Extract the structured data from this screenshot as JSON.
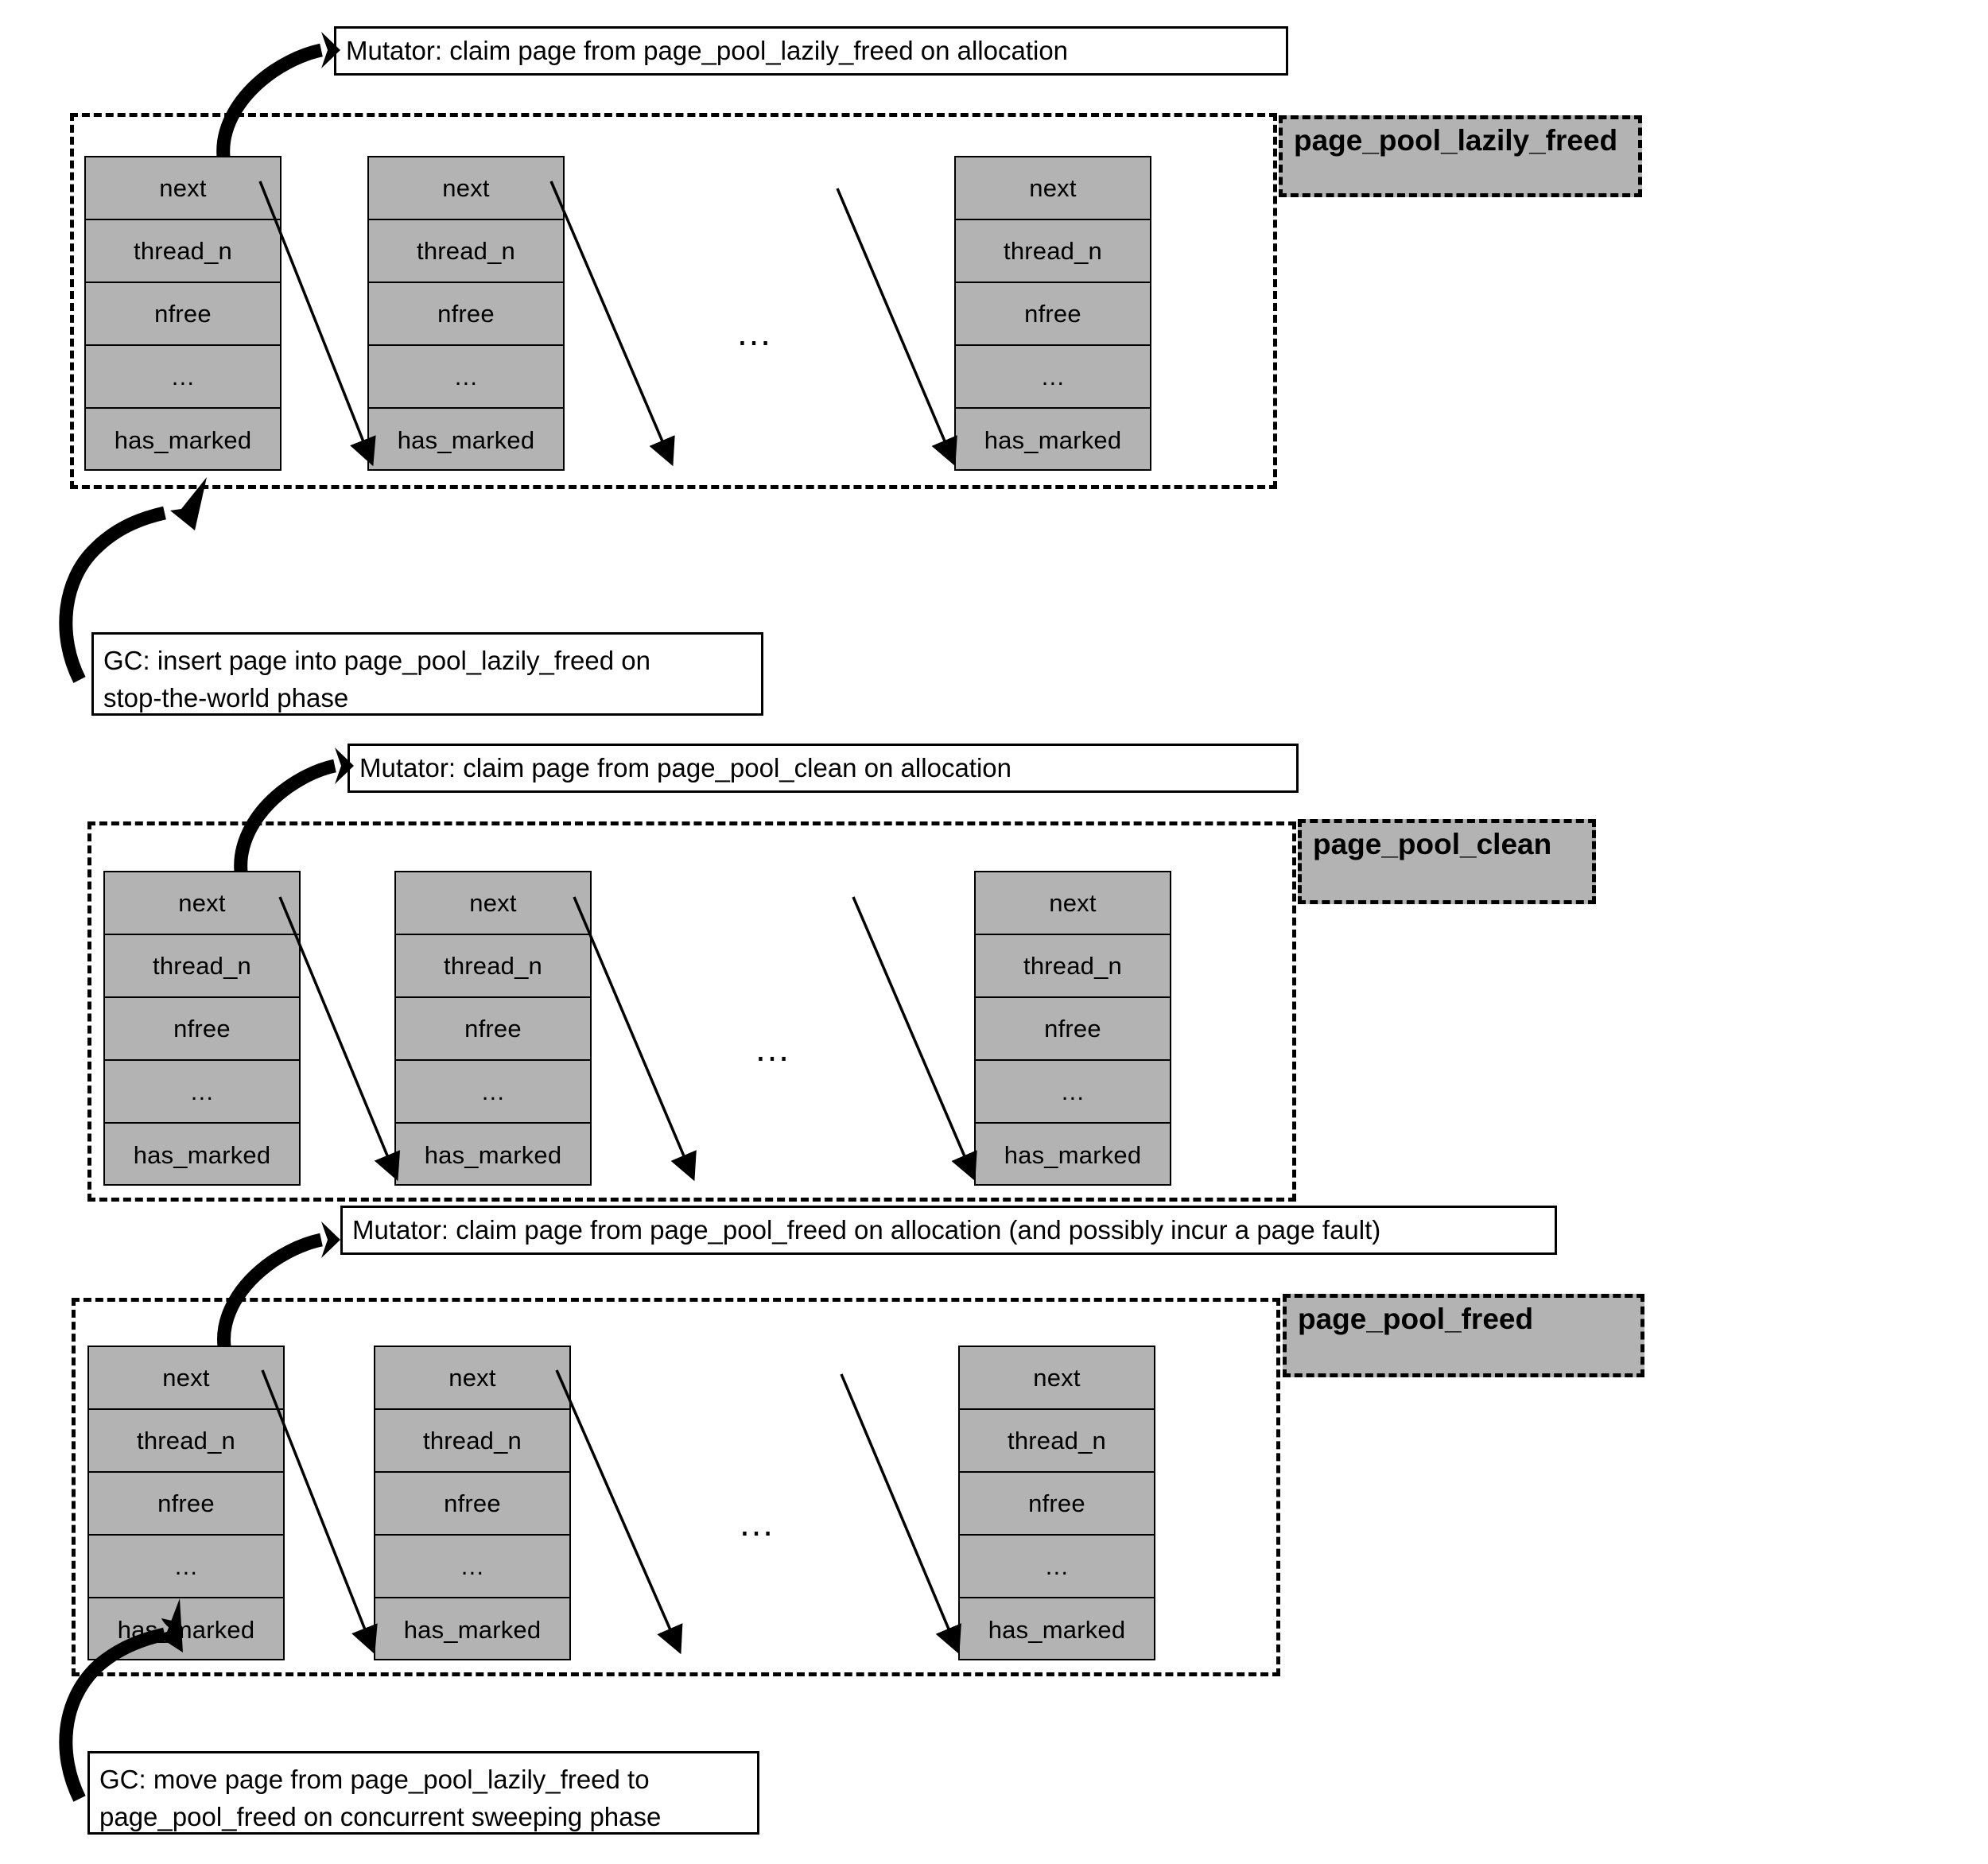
{
  "diagram": {
    "title": "Page pool state transitions",
    "node_fields": [
      "next",
      "thread_n",
      "nfree",
      "…",
      "has_marked"
    ],
    "gap_ellipsis": "…",
    "colors": {
      "node_fill": "#b3b3b3",
      "tag_fill": "#b3b3b3",
      "stroke": "#000000",
      "callout_fill": "#ffffff"
    }
  },
  "sections": [
    {
      "id": "lazily-freed",
      "tag": "page_pool_lazily_freed",
      "top_callout": "Mutator: claim page from page_pool_lazily_freed on allocation",
      "bottom_callout": "GC: insert page into page_pool_lazily_freed on\nstop-the-world phase"
    },
    {
      "id": "clean",
      "tag": "page_pool_clean",
      "top_callout": "Mutator: claim page from page_pool_clean on allocation",
      "bottom_callout": null
    },
    {
      "id": "freed",
      "tag": "page_pool_freed",
      "top_callout": "Mutator: claim page from page_pool_freed on allocation (and possibly incur a page fault)",
      "bottom_callout": "GC: move page from page_pool_lazily_freed to\npage_pool_freed on concurrent sweeping phase"
    }
  ]
}
